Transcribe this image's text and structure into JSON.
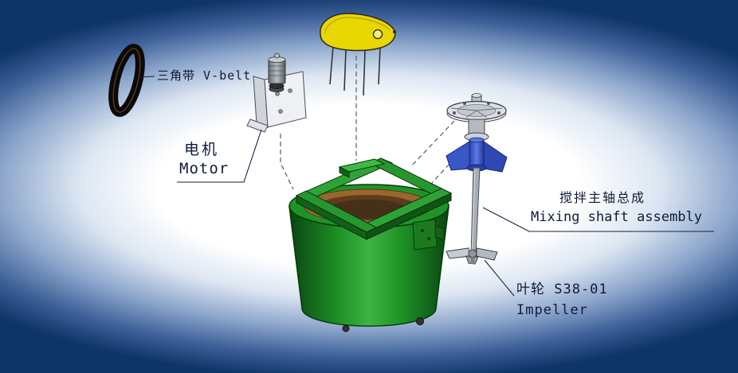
{
  "labels": {
    "v_belt": "三角带 V-belt",
    "motor_cn": "电机",
    "motor_en": "Motor",
    "shaft_cn": "搅拌主轴总成",
    "shaft_en": "Mixing shaft assembly",
    "impeller_cn": "叶轮 S38-01",
    "impeller_en": "Impeller"
  },
  "colors": {
    "background_navy": "#0e3468",
    "label_text": "#101c38",
    "tank_green": "#1f9426",
    "frame_green": "#2ea335",
    "cover_yellow": "#e8d600",
    "mount_blue": "#3a57c8",
    "tank_inner_brown": "#9a6630",
    "belt_black": "#0a0a0a"
  }
}
